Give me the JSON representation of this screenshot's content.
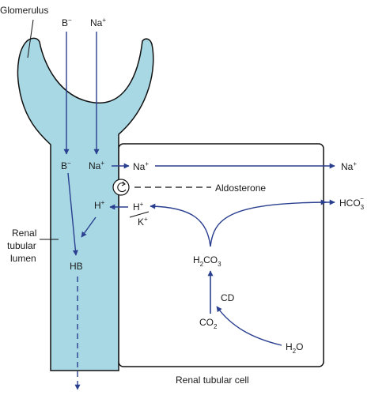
{
  "colors": {
    "tubule_fill": "#a8d8e4",
    "arrow": "#2a3f8f",
    "outline": "#111111",
    "background": "#ffffff"
  },
  "labels": {
    "glomerulus": "Glomerulus",
    "b_minus_top": "B",
    "b_minus_top_sup": "−",
    "na_plus_top": "Na",
    "na_plus_top_sup": "+",
    "b_minus_lumen": "B",
    "b_minus_lumen_sup": "−",
    "na_plus_lumen": "Na",
    "na_plus_lumen_sup": "+",
    "na_plus_membrane": "Na",
    "na_plus_membrane_sup": "+",
    "na_plus_blood": "Na",
    "na_plus_blood_sup": "+",
    "aldosterone": "Aldosterone",
    "h_plus_lumen": "H",
    "h_plus_lumen_sup": "+",
    "h_plus_membrane": "H",
    "h_plus_membrane_sup": "+",
    "k_plus_membrane": "K",
    "k_plus_membrane_sup": "+",
    "hco3": "HCO",
    "hco3_sub": "3",
    "hco3_sup": "−",
    "renal_tubular_lumen": [
      "Renal",
      "tubular",
      "lumen"
    ],
    "hb": "HB",
    "h2co3_h": "H",
    "h2co3_sub1": "2",
    "h2co3_co": "CO",
    "h2co3_sub2": "3",
    "cd": "CD",
    "co2_co": "CO",
    "co2_sub": "2",
    "h2o_h": "H",
    "h2o_sub": "2",
    "h2o_o": "O",
    "renal_tubular_cell": "Renal tubular cell"
  }
}
